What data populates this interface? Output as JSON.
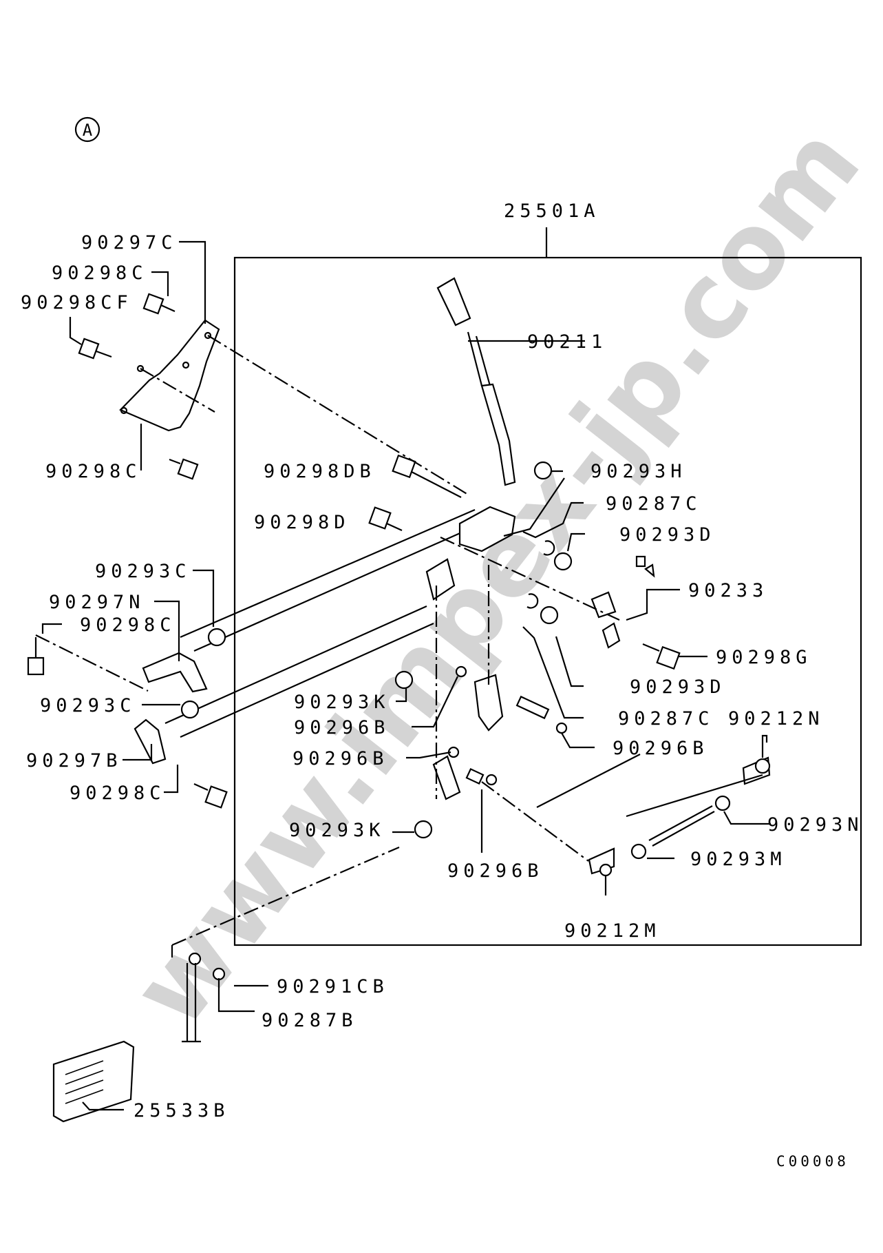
{
  "diagram": {
    "section_mark": "A",
    "assembly_label": "25501A",
    "image_code": "C00008",
    "watermark": "www.impex-jp.com",
    "labels": {
      "p90297C": "90297C",
      "p90298C_a": "90298C",
      "p90298CF": "90298CF",
      "p90298C_b": "90298C",
      "p90211": "90211",
      "p90298DB": "90298DB",
      "p90293H": "90293H",
      "p90287C_a": "90287C",
      "p90298D": "90298D",
      "p90293D_a": "90293D",
      "p90293C_a": "90293C",
      "p90297N": "90297N",
      "p90233": "90233",
      "p90298C_c": "90298C",
      "p90298G": "90298G",
      "p90293D_b": "90293D",
      "p90293C_b": "90293C",
      "p90293K_a": "90293K",
      "p90296B_a": "90296B",
      "p90287C_b": "90287C",
      "p90212N": "90212N",
      "p90296B_b": "90296B",
      "p90296B_c": "90296B",
      "p90297B": "90297B",
      "p90298C_d": "90298C",
      "p90293N": "90293N",
      "p90293K_b": "90293K",
      "p90293M": "90293M",
      "p90296B_d": "90296B",
      "p90212M": "90212M",
      "p90291CB": "90291CB",
      "p90287B": "90287B",
      "p25533B": "25533B"
    }
  }
}
